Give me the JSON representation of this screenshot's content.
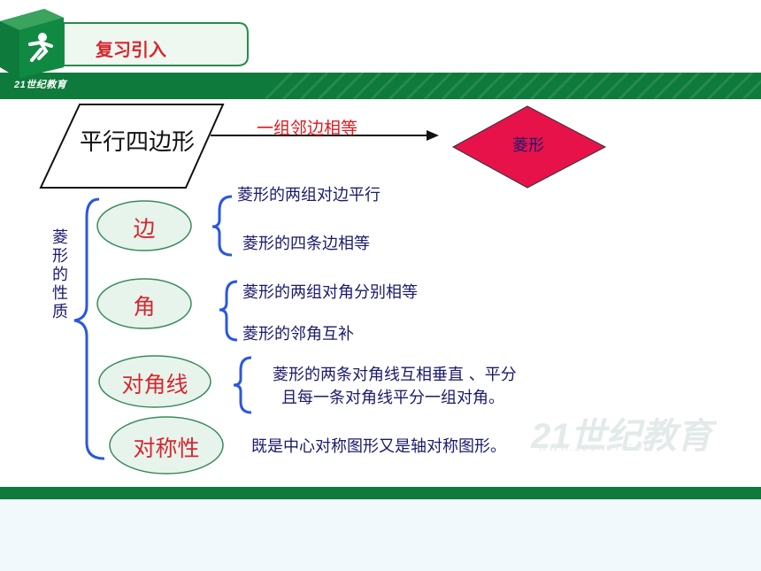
{
  "header": {
    "title": "复习引入",
    "brand": "21世纪教育"
  },
  "diagram": {
    "start_shape": "平行四边形",
    "arrow_condition": "一组邻边相等",
    "result_shape": "菱形",
    "group_title": "菱形的性质",
    "group_title_chars": [
      "菱",
      "形",
      "的",
      "性",
      "质"
    ],
    "categories": [
      {
        "label": "边",
        "properties": [
          "菱形的两组对边平行",
          "菱形的四条边相等"
        ]
      },
      {
        "label": "角",
        "properties": [
          "菱形的两组对角分别相等",
          "菱形的邻角互补"
        ]
      },
      {
        "label": "对角线",
        "properties": [
          "菱形的两条对角线互相垂直 、平分",
          "且每一条对角线平分一组对角。"
        ]
      },
      {
        "label": "对称性",
        "properties": [
          "既是中心对称图形又是轴对称图形。"
        ]
      }
    ]
  },
  "watermark": {
    "text": "21世纪教育",
    "sub": "WWW.21CNJY.COM"
  },
  "colors": {
    "header_green": "#0e7a3b",
    "title_red": "#d8262e",
    "rhombus_fill": "#e8124a",
    "bracket_blue": "#2a57e0",
    "oval_fill": "#e6f4ec",
    "oval_stroke": "#3a8a5a"
  }
}
